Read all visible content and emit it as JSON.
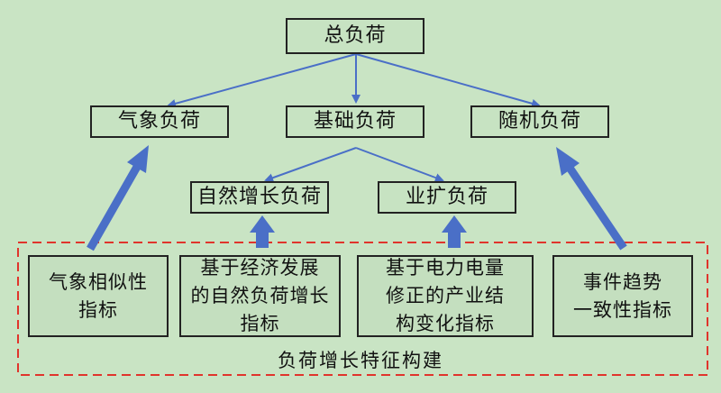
{
  "root": "总负荷",
  "level2": {
    "left": "气象负荷",
    "center": "基础负荷",
    "right": "随机负荷"
  },
  "level3": {
    "left": "自然增长负荷",
    "right": "业扩负荷"
  },
  "indicators": [
    "气象相似性\n指标",
    "基于经济发展\n的自然负荷增长\n指标",
    "基于电力电量\n修正的产业结\n构变化指标",
    "事件趋势\n一致性指标"
  ],
  "group_caption": "负荷增长特征构建",
  "colors": {
    "background": "#c9e4c4",
    "arrow": "#4a6fc7",
    "dashed_border": "#e0342c"
  }
}
